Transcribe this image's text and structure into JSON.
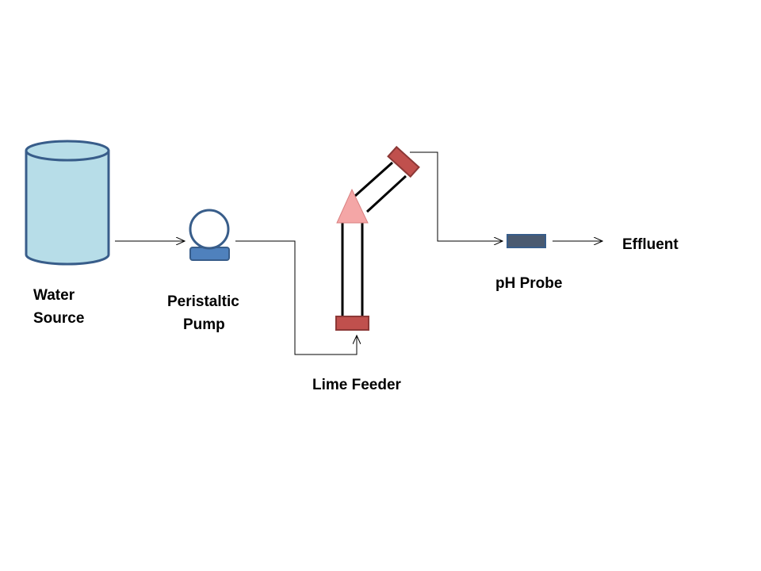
{
  "labels": {
    "water_source_line1": "Water",
    "water_source_line2": "Source",
    "pump_line1": "Peristaltic",
    "pump_line2": "Pump",
    "lime_feeder": "Lime Feeder",
    "ph_probe": "pH Probe",
    "effluent": "Effluent"
  },
  "colors": {
    "tank_fill": "#b7dde8",
    "tank_stroke": "#385d8a",
    "pump_fill": "#4f81bd",
    "feeder_cap_fill": "#c0504d",
    "feeder_cap_stroke": "#8c3836",
    "triangle_fill": "#f4a6a6",
    "probe_fill": "#4a5a70",
    "line": "#000000"
  }
}
